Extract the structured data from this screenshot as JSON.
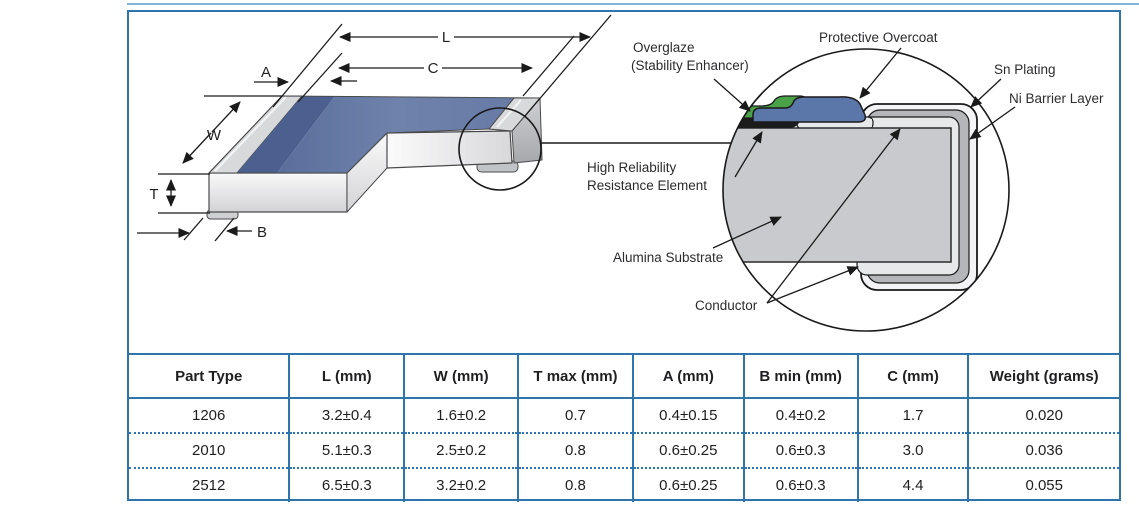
{
  "figure": {
    "dims": {
      "L": "L",
      "C": "C",
      "A": "A",
      "W": "W",
      "T": "T",
      "B": "B"
    }
  },
  "detail": {
    "labels": {
      "overglaze": [
        "Overglaze",
        "(Stability Enhancer)"
      ],
      "protective_overcoat": "Protective Overcoat",
      "sn_plating": "Sn Plating",
      "ni_barrier": "Ni Barrier Layer",
      "resistance_element": [
        "High Reliability",
        "Resistance Element"
      ],
      "alumina_substrate": "Alumina Substrate",
      "conductor": "Conductor"
    },
    "colors": {
      "overcoat": "#5b76a8",
      "overglaze": "#4aa147",
      "resistance_element": "#1c1c1c",
      "substrate": "#c9cacd",
      "conductor": "#e7e8ea",
      "ni_barrier": "#b4b6b9",
      "sn_plating": "#f4f4f6"
    }
  },
  "chip_colors": {
    "top_blue": "#6e82ab",
    "top_blue_dark": "#4c608f",
    "body_gray": "#e8e8ea",
    "cap_gray": "#d8d9db"
  },
  "frame_color": "#2e75ae",
  "table": {
    "columns": [
      "Part Type",
      "L (mm)",
      "W (mm)",
      "T max (mm)",
      "A (mm)",
      "B min (mm)",
      "C (mm)",
      "Weight (grams)"
    ],
    "rows": [
      [
        "1206",
        "3.2±0.4",
        "1.6±0.2",
        "0.7",
        "0.4±0.15",
        "0.4±0.2",
        "1.7",
        "0.020"
      ],
      [
        "2010",
        "5.1±0.3",
        "2.5±0.2",
        "0.8",
        "0.6±0.25",
        "0.6±0.3",
        "3.0",
        "0.036"
      ],
      [
        "2512",
        "6.5±0.3",
        "3.2±0.2",
        "0.8",
        "0.6±0.25",
        "0.6±0.3",
        "4.4",
        "0.055"
      ]
    ]
  }
}
